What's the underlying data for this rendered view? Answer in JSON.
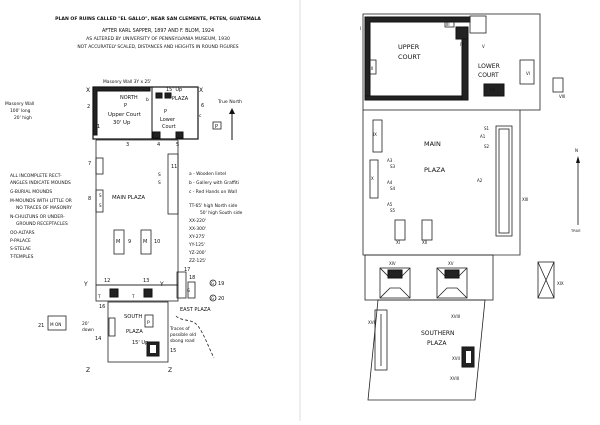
{
  "left_plan": {
    "title_line1": "PLAN OF RUINS CALLED \"EL GALLO\", NEAR SAN CLEMENTE, PETEN, GUATEMALA",
    "title_line2": "AFTER KARL SAPPER, 1897 AND F. BLOM, 1924",
    "title_line3": "AS ALTERED BY UNIVERSITY OF PENNSYLVANIA MUSEUM, 1930",
    "title_line4": "NOT ACCURATELY SCALED, DISTANCES AND HEIGHTS IN ROUND FIGURES",
    "masonry_wall_top": "Masonry Wall 3Y x 25'",
    "masonry_wall_side_1": "Masonry Wall",
    "masonry_wall_side_2": "100' long",
    "masonry_wall_side_3": "20' high",
    "north_plaza": "NORTH",
    "north_plaza_2": "PLAZA",
    "upper_court_1": "Upper Court",
    "upper_court_2": "30' Up",
    "lower_court_1": "Lower",
    "lower_court_2": "Court",
    "up_15": "15' Up",
    "true_north": "True North",
    "main_plaza": "MAIN PLAZA",
    "south_plaza_1": "SOUTH",
    "south_plaza_2": "PLAZA",
    "south_up": "15' Up",
    "east_plaza": "EAST PLAZA",
    "traces_1": "Traces of",
    "traces_2": "possible old",
    "traces_3": "sbong road",
    "down_20_1": "20'",
    "down_20_2": "down",
    "legend": [
      "ALL INCOMPLETE RECT-",
      "ANGLES INDICATE MOUNDS",
      "G-BURIAL MOUNDS",
      "M-MOUNDS WITH LITTLE OR",
      "NO TRACES OF MASONRY",
      "N-CHULTUNS OR UNDER-",
      "GROUND RECEPTACLES",
      "OO-ALTARS",
      "P-PALACE",
      "S-STELAE",
      "T-TEMPLES"
    ],
    "notes": [
      "a - Wooden lintel",
      "b - Gallery with Graffiti",
      "c - Red Hands on Wall"
    ],
    "heights": [
      "TT-65' high North side",
      "50' high South side",
      "XX-220'",
      "XX-300'",
      "XY-275'",
      "YY-125'",
      "YZ-200'",
      "ZZ-125'"
    ],
    "marks": {
      "p": "P",
      "m": "M",
      "g": "G",
      "n": "N",
      "s": "S",
      "t": "T",
      "x": "X",
      "y": "Y",
      "z": "Z",
      "n1": "1",
      "n2": "2",
      "n3": "3",
      "n4": "4",
      "n5": "5",
      "n6": "6",
      "n7": "7",
      "n8": "8",
      "n9": "9",
      "n10": "10",
      "n11": "11",
      "n12": "12",
      "n13": "13",
      "n14": "14",
      "n15": "15",
      "n16": "16",
      "n17": "17",
      "n18": "18",
      "n19": "19",
      "n20": "20",
      "n21": "21",
      "a": "a",
      "b": "b",
      "c": "c",
      "mon": "M ON"
    }
  },
  "right_plan": {
    "upper_court_1": "UPPER",
    "upper_court_2": "COURT",
    "lower_court_1": "LOWER",
    "lower_court_2": "COURT",
    "main_plaza_1": "MAIN",
    "main_plaza_2": "PLAZA",
    "southern_plaza_1": "SOUTHERN",
    "southern_plaza_2": "PLAZA",
    "north_arrow_label": "TRUE",
    "north_arrow_letter": "N",
    "numerals": {
      "i": "I",
      "ii": "II",
      "iii": "III",
      "iv": "IV",
      "v": "V",
      "vi": "VI",
      "vii": "VII",
      "viii": "VIII",
      "ix": "IX",
      "x": "X",
      "xi": "XI",
      "xii": "XII",
      "xiii": "XIII",
      "xiv": "XIV",
      "xv": "XV",
      "xvi": "XVI",
      "xvii": "XVII",
      "xviii": "XVIII",
      "xix": "XIX",
      "a1": "A1",
      "a2": "A2",
      "a3": "A3",
      "a4": "A4",
      "a5": "A5",
      "s1": "S1",
      "s2": "S2",
      "s3": "S3",
      "s4": "S4",
      "s5": "S5"
    }
  }
}
